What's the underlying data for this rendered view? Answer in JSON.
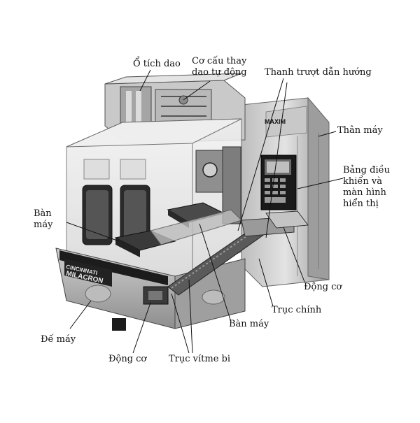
{
  "labels": {
    "tool_magazine": "Ổ tích dao",
    "atc": "Cơ cấu thay\ndao tự động",
    "guide_rail": "Thanh trượt dẫn hướng",
    "machine_body": "Thân máy",
    "control_panel": "Bảng điều\nkhiển và\nmàn hình\nhiển thị",
    "table_left": "Bàn\nmáy",
    "motor_right": "Động cơ",
    "spindle": "Trục chính",
    "table_center": "Bàn máy",
    "machine_base": "Đế máy",
    "motor_bottom": "Động cơ",
    "ballscrew": "Trục vítme bi"
  },
  "machine_brand": {
    "maxim": "MAXIM",
    "cincinnati": "CINCINNATI",
    "milacron": "MILACRON"
  },
  "colors": {
    "steel_light": "#d9d9d9",
    "steel_mid": "#a9a9a9",
    "steel_dark": "#555555",
    "panel_black": "#1a1a1a",
    "glass": "#e6e6e6",
    "leader": "#111111"
  }
}
